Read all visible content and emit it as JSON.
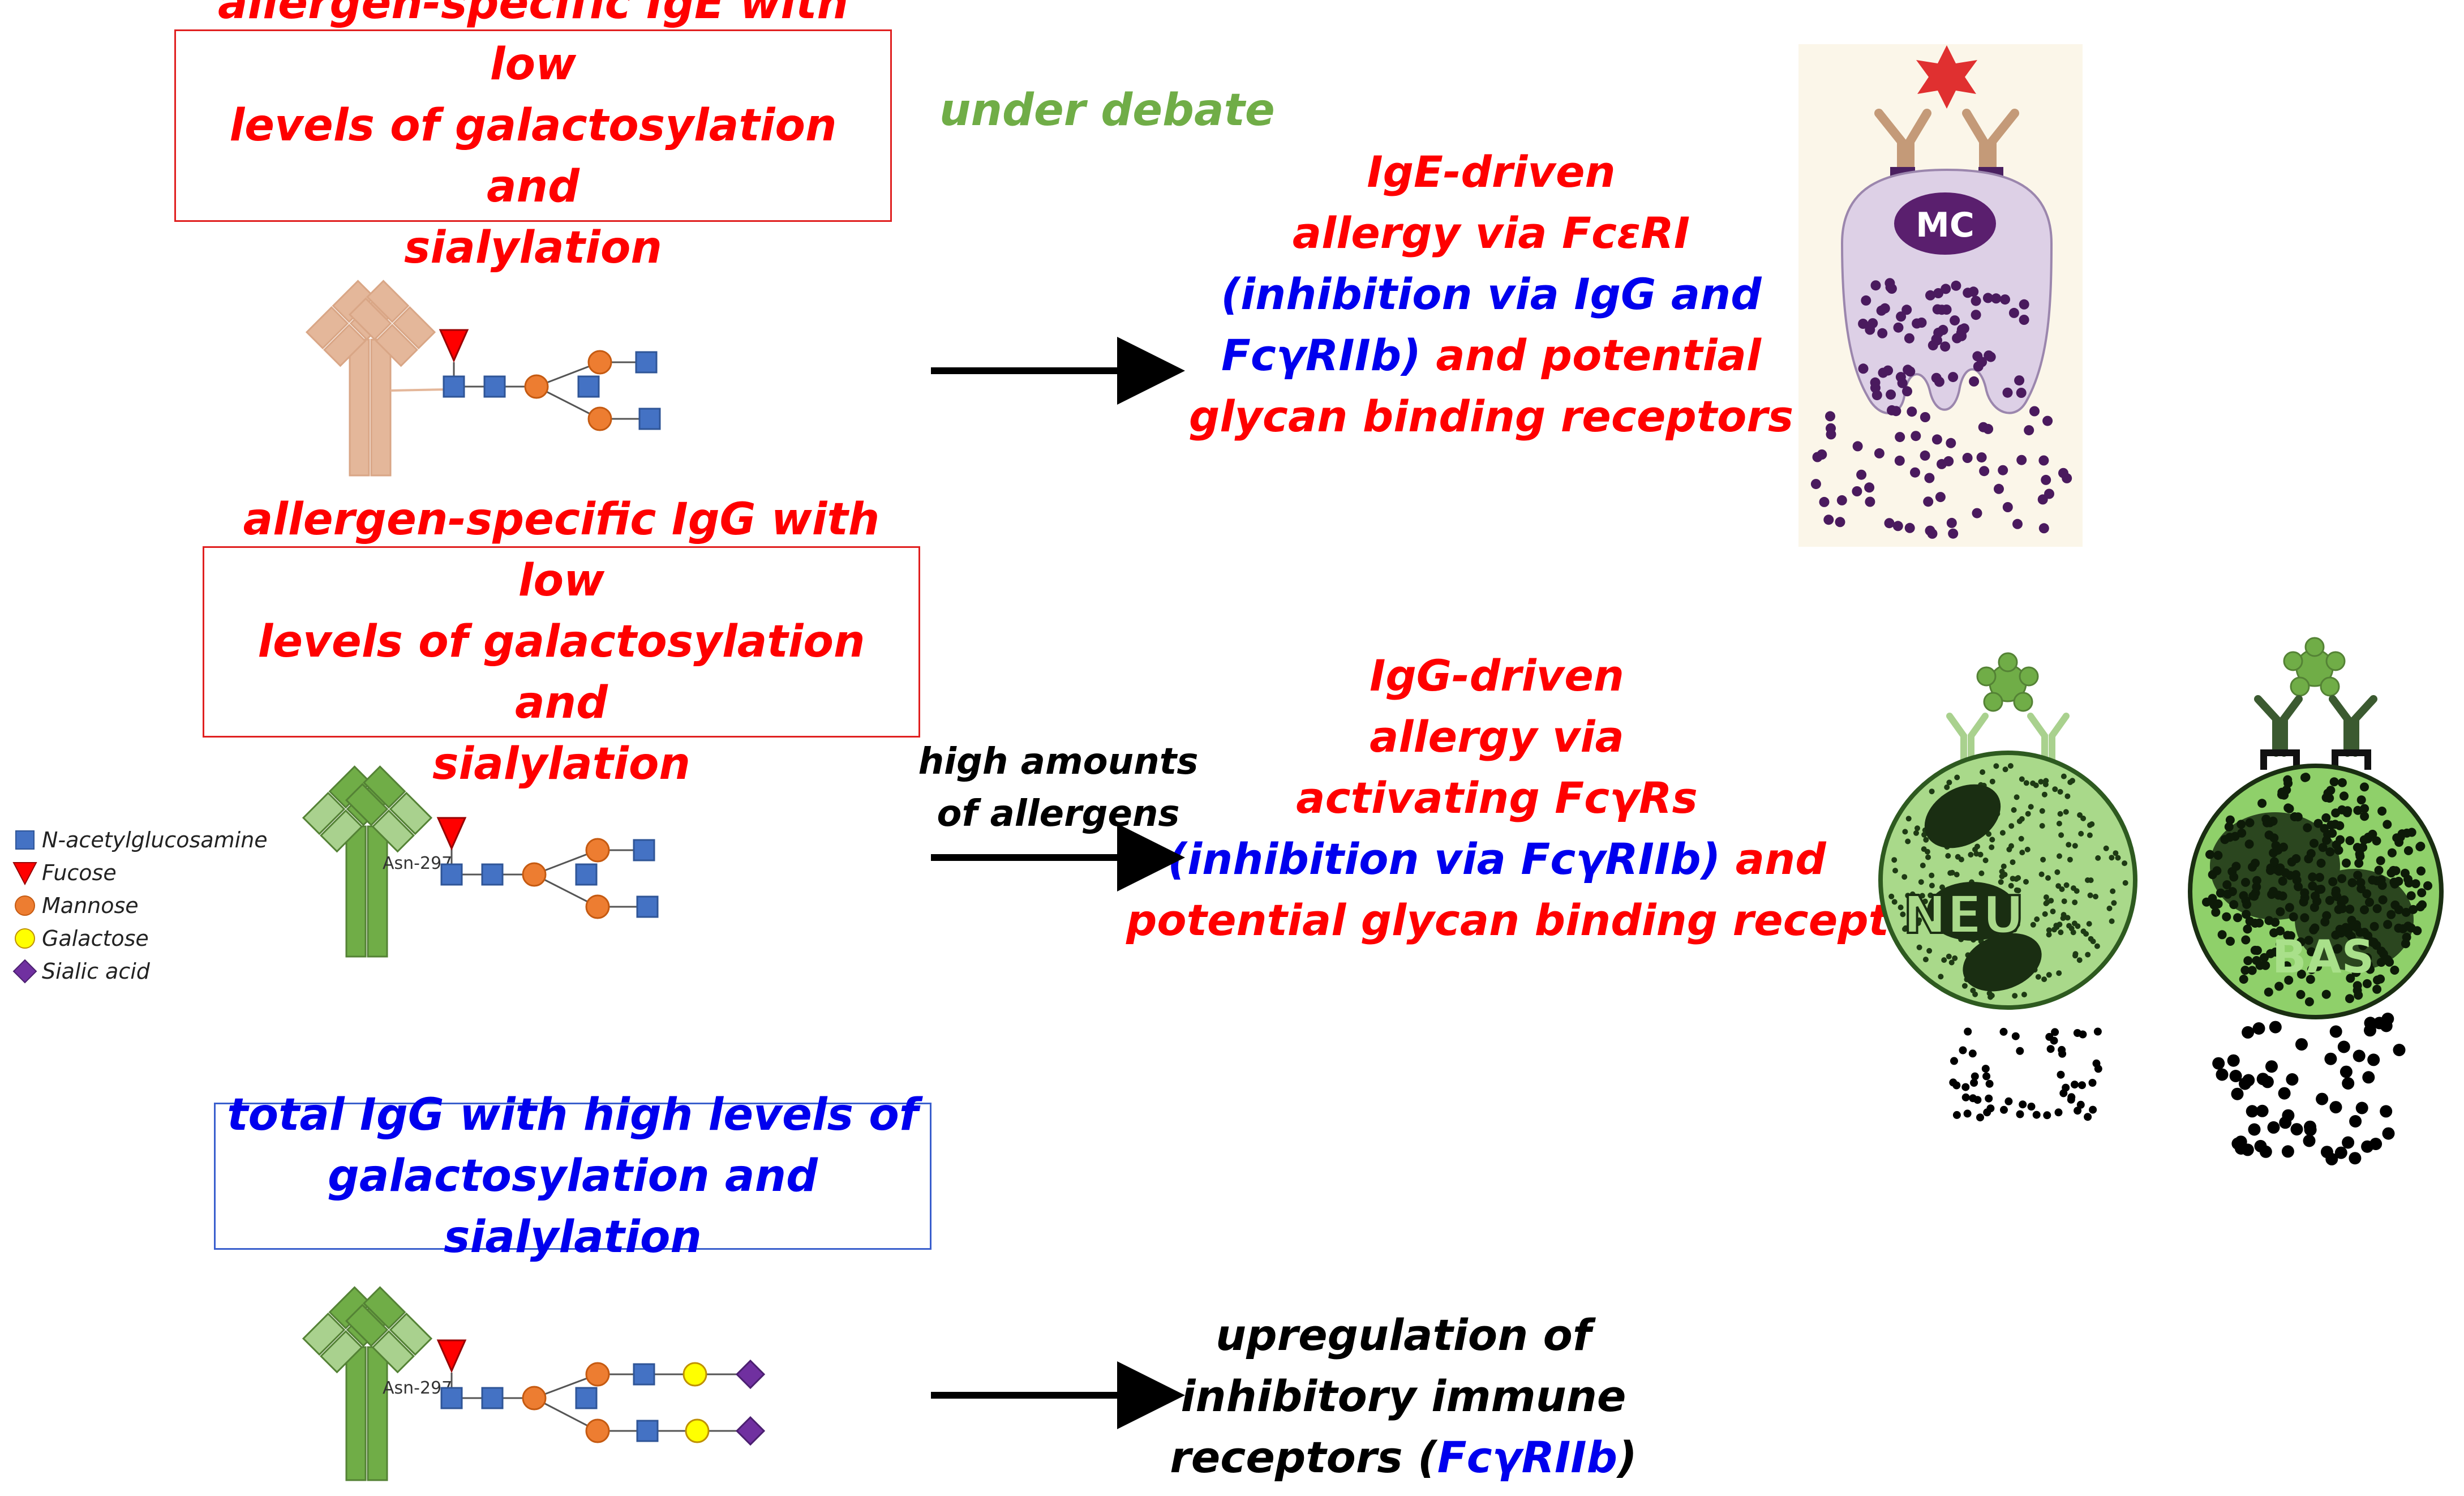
{
  "boxes": {
    "ige": [
      "allergen-specific IgE with low",
      "levels of galactosylation and",
      "sialylation"
    ],
    "igg": [
      "allergen-specific IgG with low",
      "levels of galactosylation and",
      "sialylation"
    ],
    "total": [
      "total IgG with high levels of",
      "galactosylation and sialylation"
    ]
  },
  "debate": "under debate",
  "arrow_label": [
    "high amounts",
    "of allergens"
  ],
  "outcome1": {
    "l1": "IgE-driven",
    "l2": "allergy via FcεRI",
    "l3": "(inhibition via IgG and",
    "l4_blue": "FcγRIIb)",
    "l4_red": " and potential",
    "l5": "glycan binding receptors"
  },
  "outcome2": {
    "l1": "IgG-driven",
    "l2": "allergy via",
    "l3": "activating FcγRs",
    "l4_blue": "(inhibition via FcγRIIb)",
    "l4_red": " and",
    "l5": "potential glycan binding receptors"
  },
  "outcome3": {
    "l1": "upregulation of",
    "l2": "inhibitory immune",
    "l3_a": "receptors (",
    "l3_b": "FcγRIIb",
    "l3_c": ")"
  },
  "cells": {
    "mast": "MC",
    "neutrophil": "NEU",
    "basophil": "BAS"
  },
  "asn_label": "Asn-297",
  "legend": [
    {
      "icon": "square-icon",
      "label": "N-acetylglucosamine",
      "color": "#4472c4"
    },
    {
      "icon": "triangle-icon",
      "label": "Fucose",
      "color": "#ff0000"
    },
    {
      "icon": "circle-icon",
      "label": "Mannose",
      "color": "#ed7d31"
    },
    {
      "icon": "circle-icon",
      "label": "Galactose",
      "color": "#ffff00"
    },
    {
      "icon": "diamond-icon",
      "label": "Sialic acid",
      "color": "#7030a0"
    }
  ],
  "colors": {
    "red": "#ff0000",
    "blue": "#0000ee",
    "green": "#70ad47",
    "ige_antibody": "#e4b79a",
    "igg_antibody": "#70ad47"
  }
}
